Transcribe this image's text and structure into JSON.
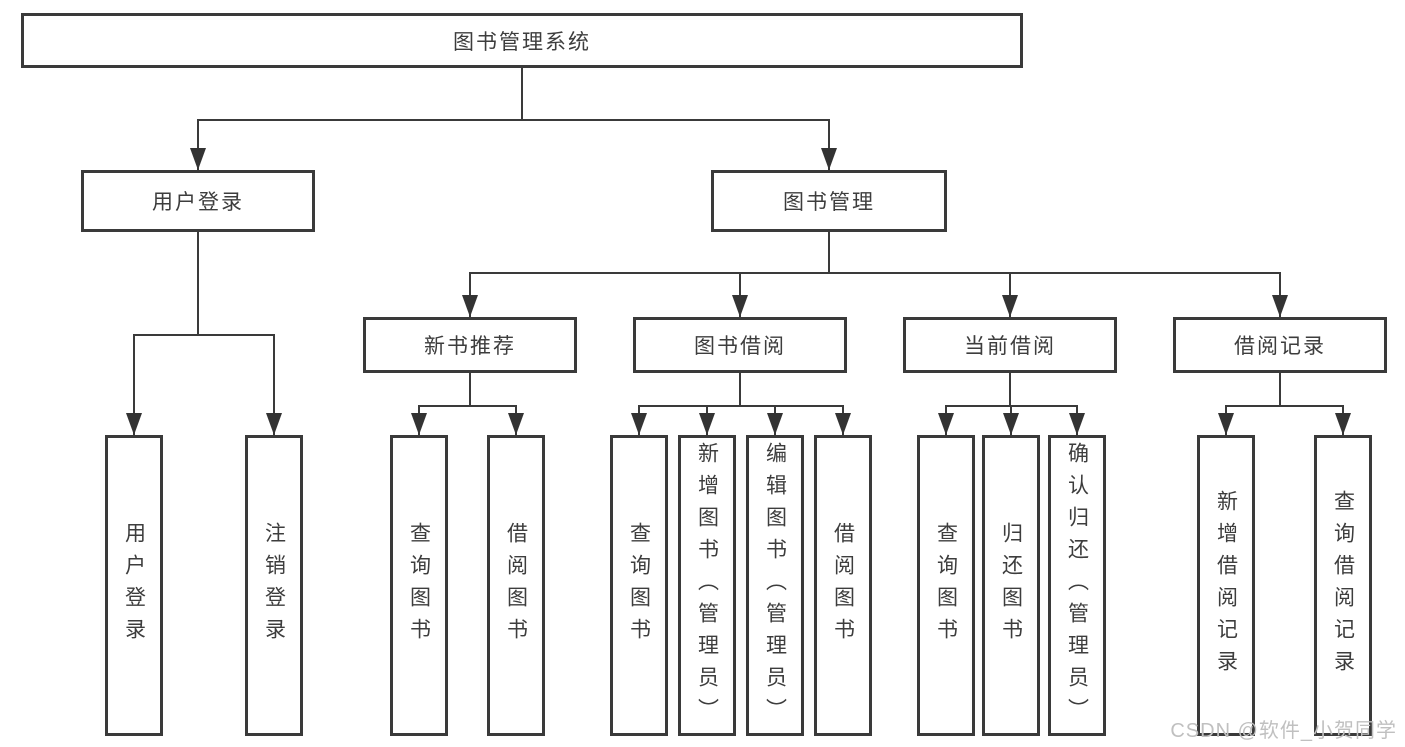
{
  "tree": {
    "root": "图书管理系统",
    "branches": [
      {
        "label": "用户登录",
        "children": [
          {
            "label": "用户登录"
          },
          {
            "label": "注销登录"
          }
        ]
      },
      {
        "label": "图书管理",
        "children": [
          {
            "label": "新书推荐",
            "children": [
              {
                "label": "查询图书"
              },
              {
                "label": "借阅图书"
              }
            ]
          },
          {
            "label": "图书借阅",
            "children": [
              {
                "label": "查询图书"
              },
              {
                "label": "新增图书（管理员）"
              },
              {
                "label": "编辑图书（管理员）"
              },
              {
                "label": "借阅图书"
              }
            ]
          },
          {
            "label": "当前借阅",
            "children": [
              {
                "label": "查询图书"
              },
              {
                "label": "归还图书"
              },
              {
                "label": "确认归还（管理员）"
              }
            ]
          },
          {
            "label": "借阅记录",
            "children": [
              {
                "label": "新增借阅记录"
              },
              {
                "label": "查询借阅记录"
              }
            ]
          }
        ]
      }
    ]
  },
  "colors": {
    "line": "#3a3a3a",
    "text": "#3d3d3d",
    "watermark": "#c0c0c0"
  },
  "watermark": {
    "text": "CSDN @软件_小贺同学"
  }
}
